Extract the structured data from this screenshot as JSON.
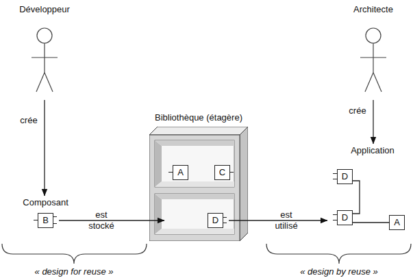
{
  "diagram": {
    "nodes": [
      {
        "text": [
          "Développeur"
        ]
      },
      {
        "text": [
          "Architecte"
        ]
      },
      {
        "text": [
          "Bibliothèque (étagère)"
        ]
      },
      {
        "text": [
          "A"
        ],
        "in": 2
      },
      {
        "text": [
          "C"
        ],
        "in": 2
      },
      {
        "text": [
          "D"
        ],
        "in": 2
      },
      {
        "text": [
          "Application"
        ]
      },
      {
        "text": [
          "D"
        ],
        "in": 6
      },
      {
        "text": [
          "D"
        ],
        "in": 6
      },
      {
        "text": [
          "A"
        ],
        "in": 6
      },
      {
        "text": [
          "Composant",
          "B"
        ]
      }
    ],
    "edges": [
      {
        "from": 0,
        "to": 10,
        "arrow": "to",
        "label": "crée"
      },
      {
        "from": 10,
        "to": 2,
        "arrow": "to",
        "label": "est stocké"
      },
      {
        "from": 5,
        "to": 8,
        "arrow": "to",
        "label": "est utilisé"
      },
      {
        "from": 1,
        "to": 6,
        "arrow": "to",
        "label": "crée"
      },
      {
        "from": 7,
        "to": 8,
        "arrow": "none"
      },
      {
        "from": 8,
        "to": 9,
        "arrow": "none"
      }
    ],
    "labels": [
      "« design for reuse »",
      "« design by reuse »"
    ]
  }
}
